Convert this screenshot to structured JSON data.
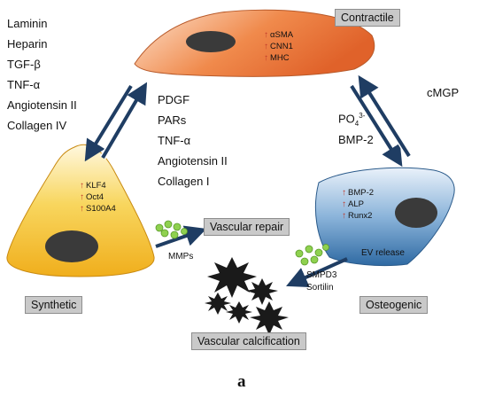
{
  "factors_left": [
    "Laminin",
    "Heparin",
    "TGF-β",
    "TNF-α",
    "Angiotensin II",
    "Collagen IV"
  ],
  "factors_middle": [
    "PDGF",
    "PARs",
    "TNF-α",
    "Angiotensin II",
    "Collagen I"
  ],
  "factors_right": {
    "po4_base": "PO",
    "po4_sub": "4",
    "po4_sup": "3-",
    "bmp2": "BMP-2",
    "cmgp": "cMGP"
  },
  "phenotypes": {
    "contractile": "Contractile",
    "synthetic": "Synthetic",
    "osteogenic": "Osteogenic"
  },
  "markers": {
    "contractile": [
      "αSMA",
      "CNN1",
      "MHC"
    ],
    "synthetic": [
      "KLF4",
      "Oct4",
      "S100A4"
    ],
    "osteogenic": [
      "BMP-2",
      "ALP",
      "Runx2"
    ]
  },
  "up_arrow": "↑",
  "outcomes": {
    "repair": "Vascular repair",
    "calcification": "Vascular calcification"
  },
  "annotations": {
    "mmps": "MMPs",
    "ev_release": "EV release",
    "smpd3": "SMPD3",
    "sortilin": "Sortilin"
  },
  "panel_label": "a",
  "colors": {
    "contractile_fill": "#e8743a",
    "synthetic_fill": "#f2b82a",
    "osteogenic_fill": "#5a8fbf",
    "arrow": "#1f3d63",
    "nucleus": "#3a3a3a",
    "vesicle": "#8fd14f",
    "up_arrow": "#c0392b",
    "label_box": "#c9c9c9"
  }
}
